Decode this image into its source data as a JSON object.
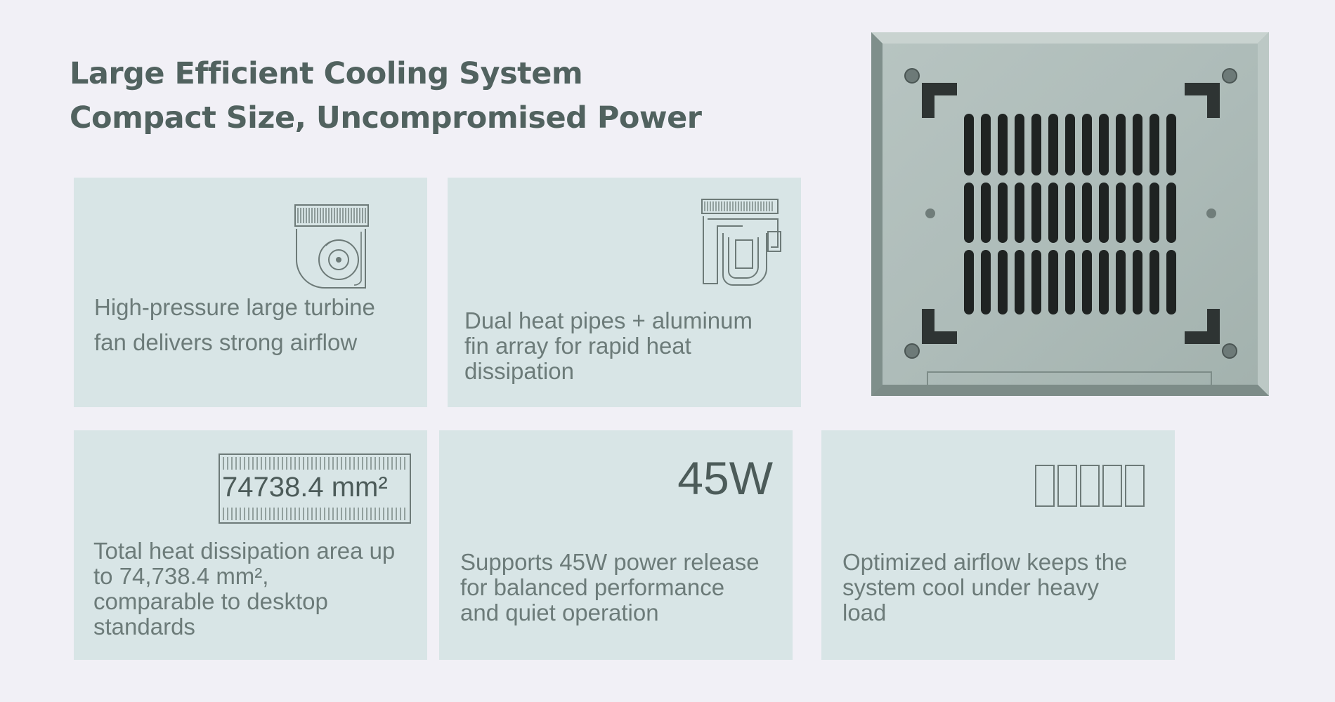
{
  "heading": {
    "line1": "Large Efficient Cooling System",
    "line2": "Compact Size, Uncompromised Power"
  },
  "cards": [
    {
      "icon": "turbine-fan-icon",
      "text_lines": [
        "High-pressure large turbine",
        "fan delivers strong airflow"
      ]
    },
    {
      "icon": "heat-pipe-icon",
      "text_lines": [
        "Dual heat pipes + aluminum",
        "fin array for rapid heat",
        "dissipation"
      ]
    },
    {
      "icon": "fin-area-icon",
      "figure": "74738.4 mm²",
      "text_lines": [
        "Total heat dissipation area up",
        "to 74,738.4 mm²,",
        "comparable to desktop",
        "standards"
      ]
    },
    {
      "icon": "power-icon",
      "figure": "45W",
      "text_lines": [
        "Supports 45W power release",
        "for balanced performance",
        "and quiet operation"
      ]
    },
    {
      "icon": "placeholder-glyphs-icon",
      "text_lines": [
        "Optimized airflow keeps the",
        "system cool under heavy",
        "load"
      ]
    }
  ],
  "product_image": {
    "icon": "device-bottom-vent-icon"
  },
  "colors": {
    "background": "#f1f0f6",
    "card": "#d8e5e6",
    "heading": "#51625f",
    "body_text": "#6c7b79"
  }
}
